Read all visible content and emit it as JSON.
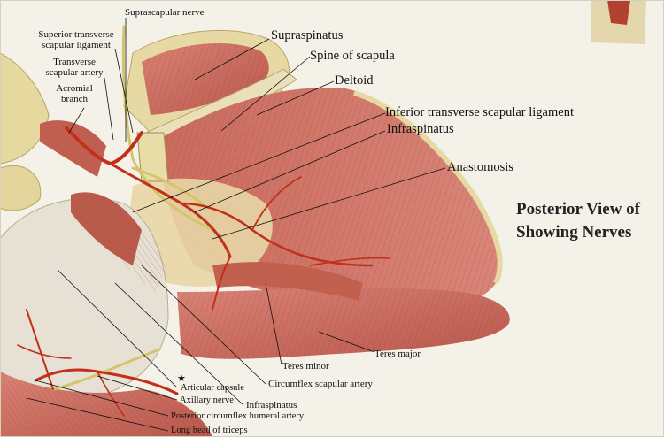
{
  "labels": {
    "suprascapular_nerve": "Suprascapular nerve",
    "superior_transverse_scapular_ligament_line1": "Superior transverse",
    "superior_transverse_scapular_ligament_line2": "scapular ligament",
    "transverse_scapular_artery_line1": "Transverse",
    "transverse_scapular_artery_line2": "scapular artery",
    "acromial_branch_line1": "Acromial",
    "acromial_branch_line2": "branch",
    "supraspinatus": "Supraspinatus",
    "spine_of_scapula": "Spine of scapula",
    "deltoid": "Deltoid",
    "inferior_transverse_scapular_ligament": "Inferior transverse scapular ligament",
    "infraspinatus_top": "Infraspinatus",
    "anastomosis": "Anastomosis",
    "teres_major": "Teres major",
    "teres_minor": "Teres minor",
    "circumflex_scapular_artery": "Circumflex scapular artery",
    "infraspinatus_bottom": "Infraspinatus",
    "articular_capsule": "Articular capsule",
    "axillary_nerve": "Axillary nerve",
    "posterior_circumflex_humeral_artery": "Posterior circumflex humeral artery",
    "long_head_of_triceps": "Long head of triceps"
  },
  "marker": "★",
  "title": {
    "line1": "Posterior View of",
    "line2": "Showing Nerves"
  },
  "colors": {
    "background": "#f4f1e8",
    "muscle": "#c96a5d",
    "muscle_dark": "#a84c42",
    "tendon": "#e9e0c8",
    "bone": "#e6d99e",
    "artery": "#c0301a",
    "nerve": "#d8cf7a"
  }
}
